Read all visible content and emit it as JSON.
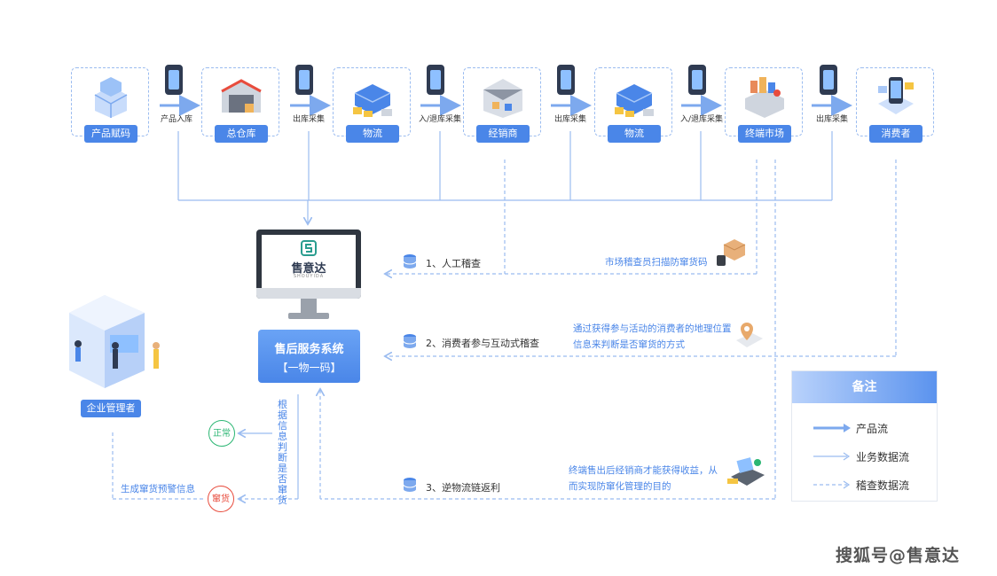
{
  "nodes": [
    {
      "label": "产品赋码",
      "icon": "servers-icon"
    },
    {
      "label": "总仓库",
      "icon": "warehouse-icon"
    },
    {
      "label": "物流",
      "icon": "logistics-icon"
    },
    {
      "label": "经销商",
      "icon": "distributor-icon"
    },
    {
      "label": "物流",
      "icon": "logistics-icon"
    },
    {
      "label": "终端市场",
      "icon": "store-icon"
    },
    {
      "label": "消费者",
      "icon": "consumer-icon"
    }
  ],
  "steps": [
    "产品入库",
    "出库采集",
    "入/退库采集",
    "出库采集",
    "入/退库采集",
    "出库采集"
  ],
  "system": {
    "logo_text": "售意达",
    "logo_sub": "SHOUYIDA",
    "title": "售后服务系统",
    "subtitle": "【一物一码】"
  },
  "checks": [
    {
      "num_label": "1、人工稽查",
      "note": [
        "市场稽查员扫描防窜货码"
      ]
    },
    {
      "num_label": "2、消费者参与互动式稽查",
      "note": [
        "通过获得参与活动的消费者的地理位置",
        "信息来判断是否窜货的方式"
      ]
    },
    {
      "num_label": "3、逆物流链返利",
      "note": [
        "终端售出后经销商才能获得收益，从",
        "而实现防窜化管理的目的"
      ]
    }
  ],
  "enterprise": {
    "label": "企业管理者"
  },
  "judge_text": "根据信息判断是否窜货",
  "status": {
    "normal": "正常",
    "abnormal": "窜货",
    "normal_color": "#2bb673",
    "abnormal_color": "#e84c3d"
  },
  "warning_text": "生成窜货预警信息",
  "legend": {
    "title": "备注",
    "items": [
      {
        "label": "产品流",
        "style": "solid-thick"
      },
      {
        "label": "业务数据流",
        "style": "solid-thin"
      },
      {
        "label": "稽查数据流",
        "style": "dashed"
      }
    ]
  },
  "watermark": "搜狐号@售意达",
  "colors": {
    "accent": "#4a86e8",
    "line": "#9bbcf0"
  }
}
